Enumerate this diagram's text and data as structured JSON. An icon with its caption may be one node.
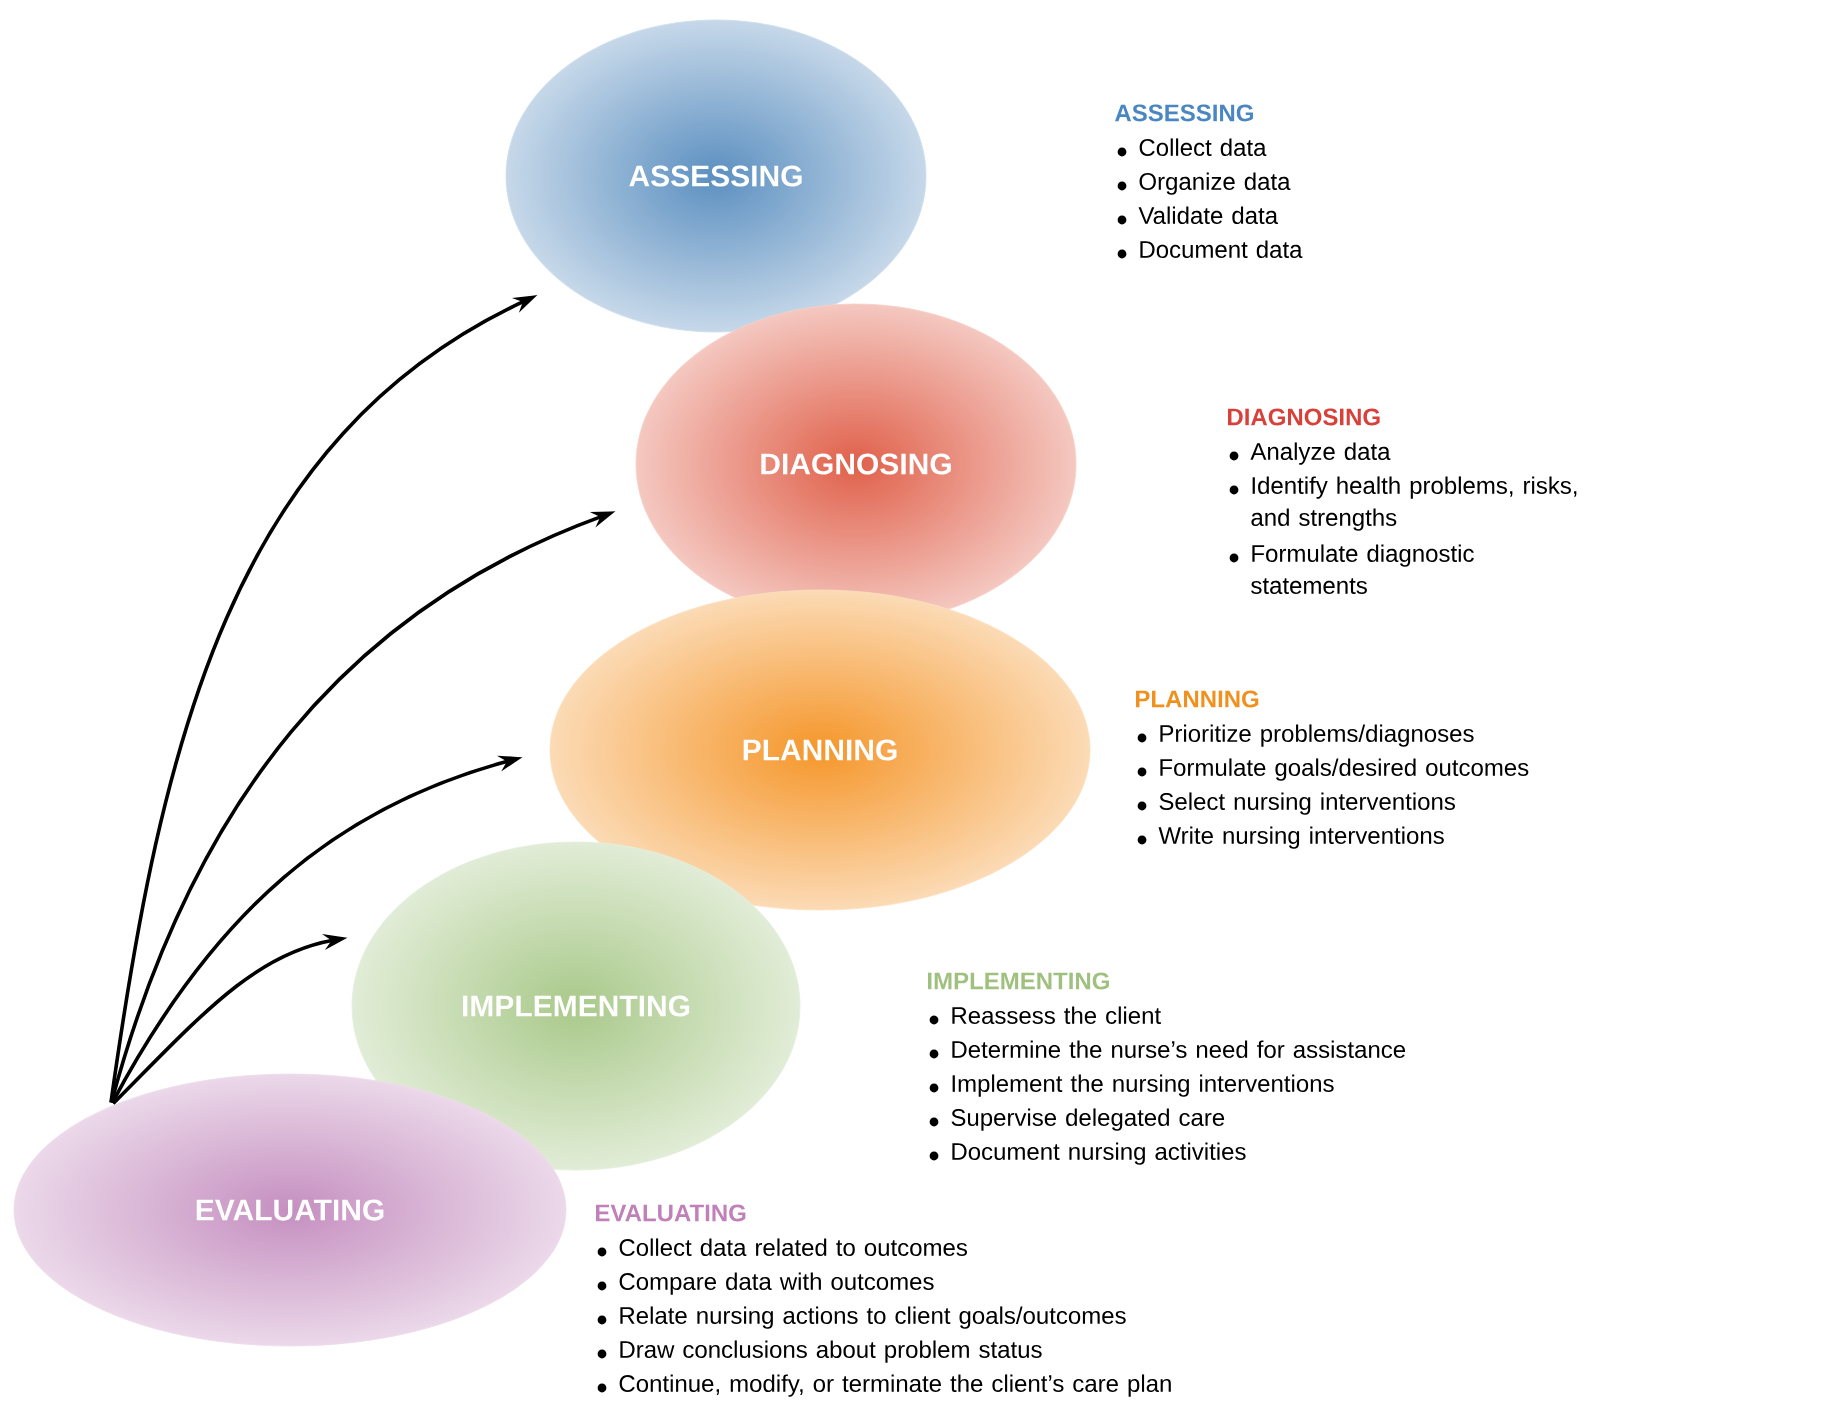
{
  "diagram": {
    "nodes": [
      {
        "text": [
          "ASSESSING"
        ],
        "beside": [
          "ASSESSING",
          "Collect data",
          "Organize data",
          "Validate data",
          "Document data"
        ]
      },
      {
        "text": [
          "DIAGNOSING"
        ],
        "beside": [
          "DIAGNOSING",
          "Analyze data",
          "Identify health problems, risks, and strengths",
          "Formulate diagnostic statements"
        ]
      },
      {
        "text": [
          "PLANNING"
        ],
        "beside": [
          "PLANNING",
          "Prioritize problems/diagnoses",
          "Formulate goals/desired outcomes",
          "Select nursing interventions",
          "Write nursing interventions"
        ]
      },
      {
        "text": [
          "IMPLEMENTING"
        ],
        "beside": [
          "IMPLEMENTING",
          "Reassess the client",
          "Determine the nurse’s need for assistance",
          "Implement the nursing interventions",
          "Supervise delegated care",
          "Document nursing activities"
        ]
      },
      {
        "text": [
          "EVALUATING"
        ],
        "beside": [
          "EVALUATING",
          "Collect data related to outcomes",
          "Compare data with outcomes",
          "Relate nursing actions to client goals/outcomes",
          "Draw conclusions about problem status",
          "Continue, modify, or terminate the client’s care plan"
        ]
      }
    ],
    "edges": [
      {
        "from": 4,
        "to": 0,
        "arrow": "to"
      },
      {
        "from": 4,
        "to": 1,
        "arrow": "to"
      },
      {
        "from": 4,
        "to": 2,
        "arrow": "to"
      },
      {
        "from": 4,
        "to": 3,
        "arrow": "to"
      }
    ]
  }
}
